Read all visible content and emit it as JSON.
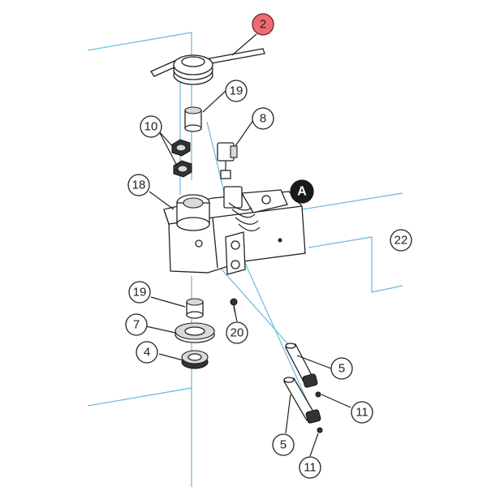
{
  "callouts": [
    {
      "id": "c2",
      "label": "2",
      "style": "highlight"
    },
    {
      "id": "c19a",
      "label": "19",
      "style": "normal"
    },
    {
      "id": "c10",
      "label": "10",
      "style": "normal"
    },
    {
      "id": "c8",
      "label": "8",
      "style": "normal"
    },
    {
      "id": "c18",
      "label": "18",
      "style": "normal"
    },
    {
      "id": "cA",
      "label": "A",
      "style": "dark"
    },
    {
      "id": "c22",
      "label": "22",
      "style": "normal"
    },
    {
      "id": "c19b",
      "label": "19",
      "style": "normal"
    },
    {
      "id": "c7",
      "label": "7",
      "style": "normal"
    },
    {
      "id": "c20",
      "label": "20",
      "style": "normal"
    },
    {
      "id": "c4",
      "label": "4",
      "style": "normal"
    },
    {
      "id": "c5a",
      "label": "5",
      "style": "normal"
    },
    {
      "id": "c11a",
      "label": "11",
      "style": "normal"
    },
    {
      "id": "c5b",
      "label": "5",
      "style": "normal"
    },
    {
      "id": "c11b",
      "label": "11",
      "style": "normal"
    }
  ],
  "colors": {
    "axis": "#6ab8de",
    "highlight": "#ef6b73",
    "line": "#222222"
  }
}
